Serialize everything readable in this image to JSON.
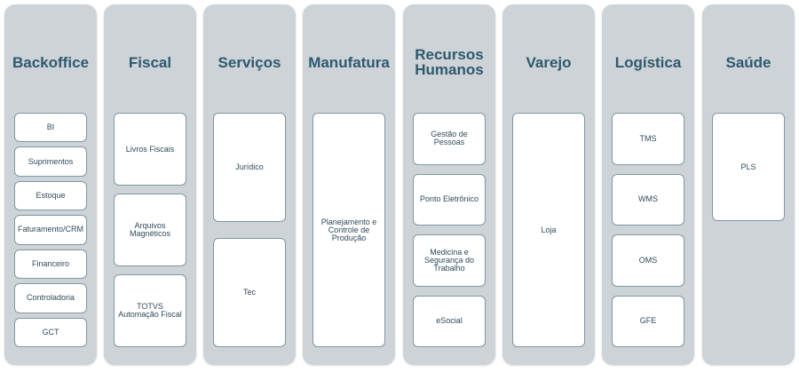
{
  "columns": [
    {
      "title": "Backoffice",
      "items": [
        "BI",
        "Suprimentos",
        "Estoque",
        "Faturamento/CRM",
        "Financeiro",
        "Controladoria",
        "GCT"
      ]
    },
    {
      "title": "Fiscal",
      "items": [
        "Livros Fiscais",
        "Arquivos Magnéticos",
        "TOTVS Automação Fiscal"
      ]
    },
    {
      "title": "Serviços",
      "items": [
        "Jurídico",
        "Tec"
      ]
    },
    {
      "title": "Manufatura",
      "items": [
        "Planejamento e Controle de Produção"
      ]
    },
    {
      "title": "Recursos Humanos",
      "items": [
        "Gestão de Pessoas",
        "Ponto Eletrônico",
        "Medicina e Segurança do Trabalho",
        "eSocial"
      ]
    },
    {
      "title": "Varejo",
      "items": [
        "Loja"
      ]
    },
    {
      "title": "Logística",
      "items": [
        "TMS",
        "WMS",
        "OMS",
        "GFE"
      ]
    },
    {
      "title": "Saúde",
      "items": [
        "PLS"
      ]
    }
  ]
}
